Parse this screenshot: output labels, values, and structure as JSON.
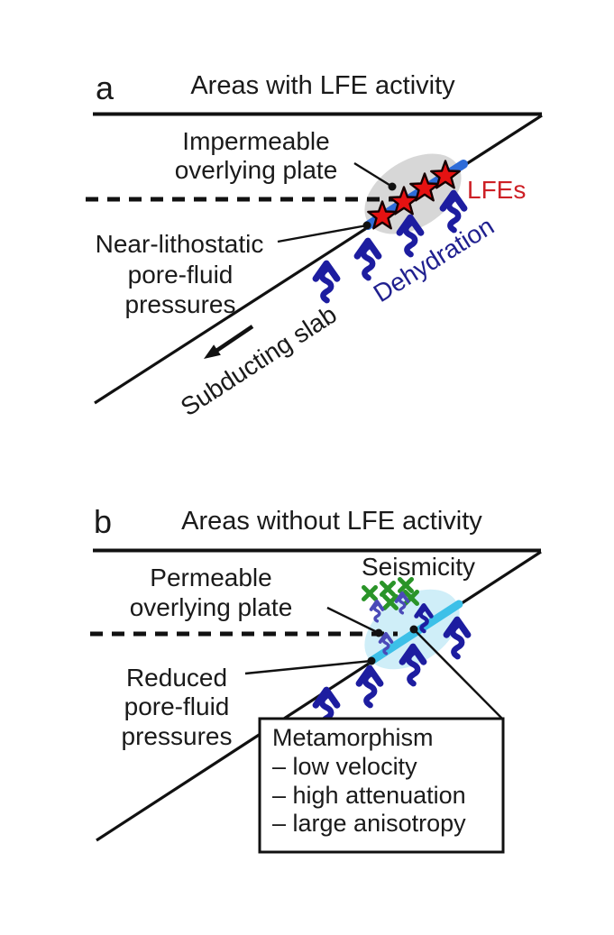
{
  "figure": {
    "panel_a": {
      "tag": "a",
      "title": "Areas with LFE activity",
      "labels": {
        "impermeable_plate": [
          "Impermeable",
          "overlying plate"
        ],
        "lfes": "LFEs",
        "pore_fluid": [
          "Near-lithostatic",
          "pore-fluid",
          "pressures"
        ],
        "dehydration": "Dehydration",
        "subducting_slab": "Subducting slab"
      }
    },
    "panel_b": {
      "tag": "b",
      "title": "Areas without LFE activity",
      "labels": {
        "seismicity": "Seismicity",
        "permeable_plate": [
          "Permeable",
          "overlying plate"
        ],
        "pore_fluid": [
          "Reduced",
          "pore-fluid",
          "pressures"
        ]
      },
      "metamorphism_box": {
        "title": "Metamorphism",
        "items": [
          "– low velocity",
          "– high attenuation",
          "– large anisotropy"
        ]
      }
    },
    "icons": {
      "lfe_star": "red five-pointed star on plate interface",
      "dehydration_arrow": "navy wavy rising-fluid arrow",
      "fluid_escape_arrow": "small violet wavy rising-fluid arrow",
      "seismicity_cross": "green x-mark",
      "pointer_dot": "black annotation dot",
      "subduction_arrow": "black arrow pointing down-dip"
    }
  },
  "colors": {
    "ink": "#1a1a1a",
    "impermeable_gray": "#d7d7d7",
    "permeable_cyan": "#cfeef8",
    "lfe_fault_blue": "#2e6cd8",
    "metamorphic_cyan": "#3cc0e8",
    "lfe_star_red": "#e51212",
    "lfes_red": "#cd2026",
    "arrow_navy": "#1d1da0",
    "arrow_violet": "#4a4ab8",
    "seismicity_green": "#2a9428",
    "dehydration_navy": "#20208f"
  }
}
